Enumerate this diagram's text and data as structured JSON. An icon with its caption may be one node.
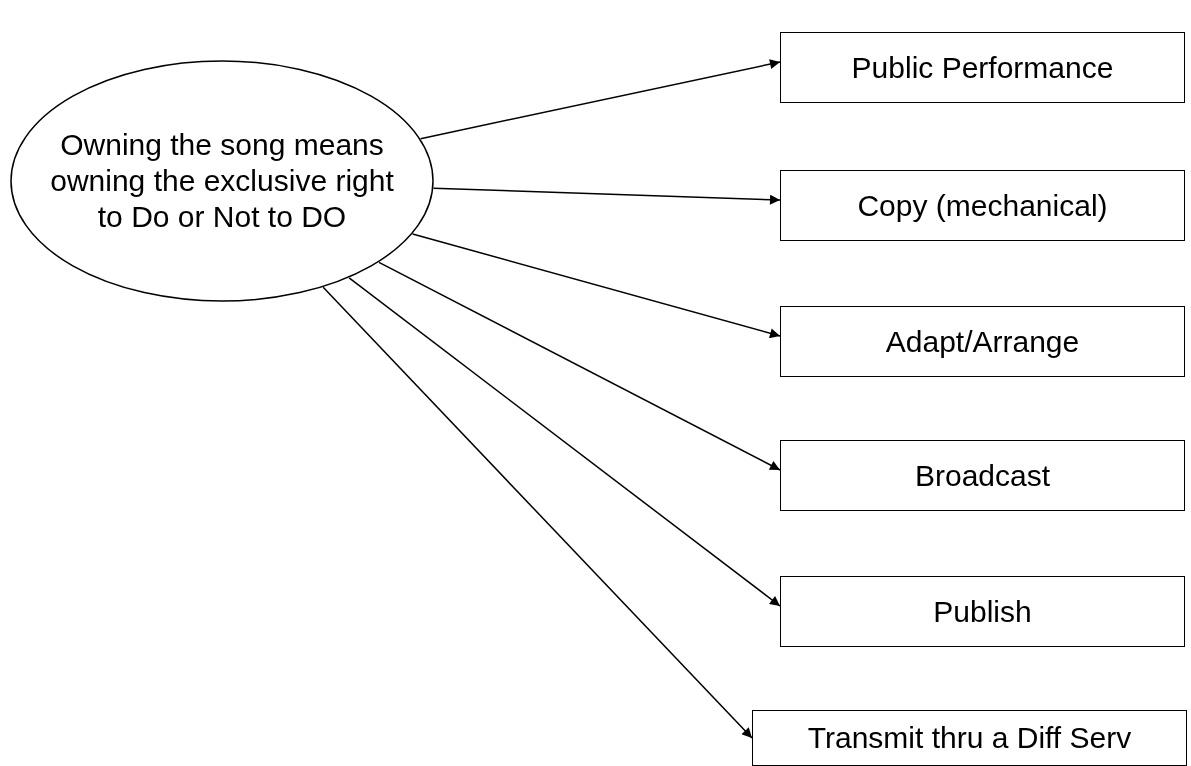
{
  "diagram": {
    "nodes": [
      {
        "text": [
          "Owning the song means owning the exclusive right to Do or Not to DO"
        ]
      },
      {
        "text": [
          "Public Performance"
        ]
      },
      {
        "text": [
          "Copy (mechanical)"
        ]
      },
      {
        "text": [
          "Adapt/Arrange"
        ]
      },
      {
        "text": [
          "Broadcast"
        ]
      },
      {
        "text": [
          "Publish"
        ]
      },
      {
        "text": [
          "Transmit thru a Diff Serv"
        ]
      }
    ],
    "edges": [
      {
        "from": 0,
        "to": 1,
        "arrow": "to"
      },
      {
        "from": 0,
        "to": 2,
        "arrow": "to"
      },
      {
        "from": 0,
        "to": 3,
        "arrow": "to"
      },
      {
        "from": 0,
        "to": 4,
        "arrow": "to"
      },
      {
        "from": 0,
        "to": 5,
        "arrow": "to"
      },
      {
        "from": 0,
        "to": 6,
        "arrow": "to"
      }
    ]
  }
}
